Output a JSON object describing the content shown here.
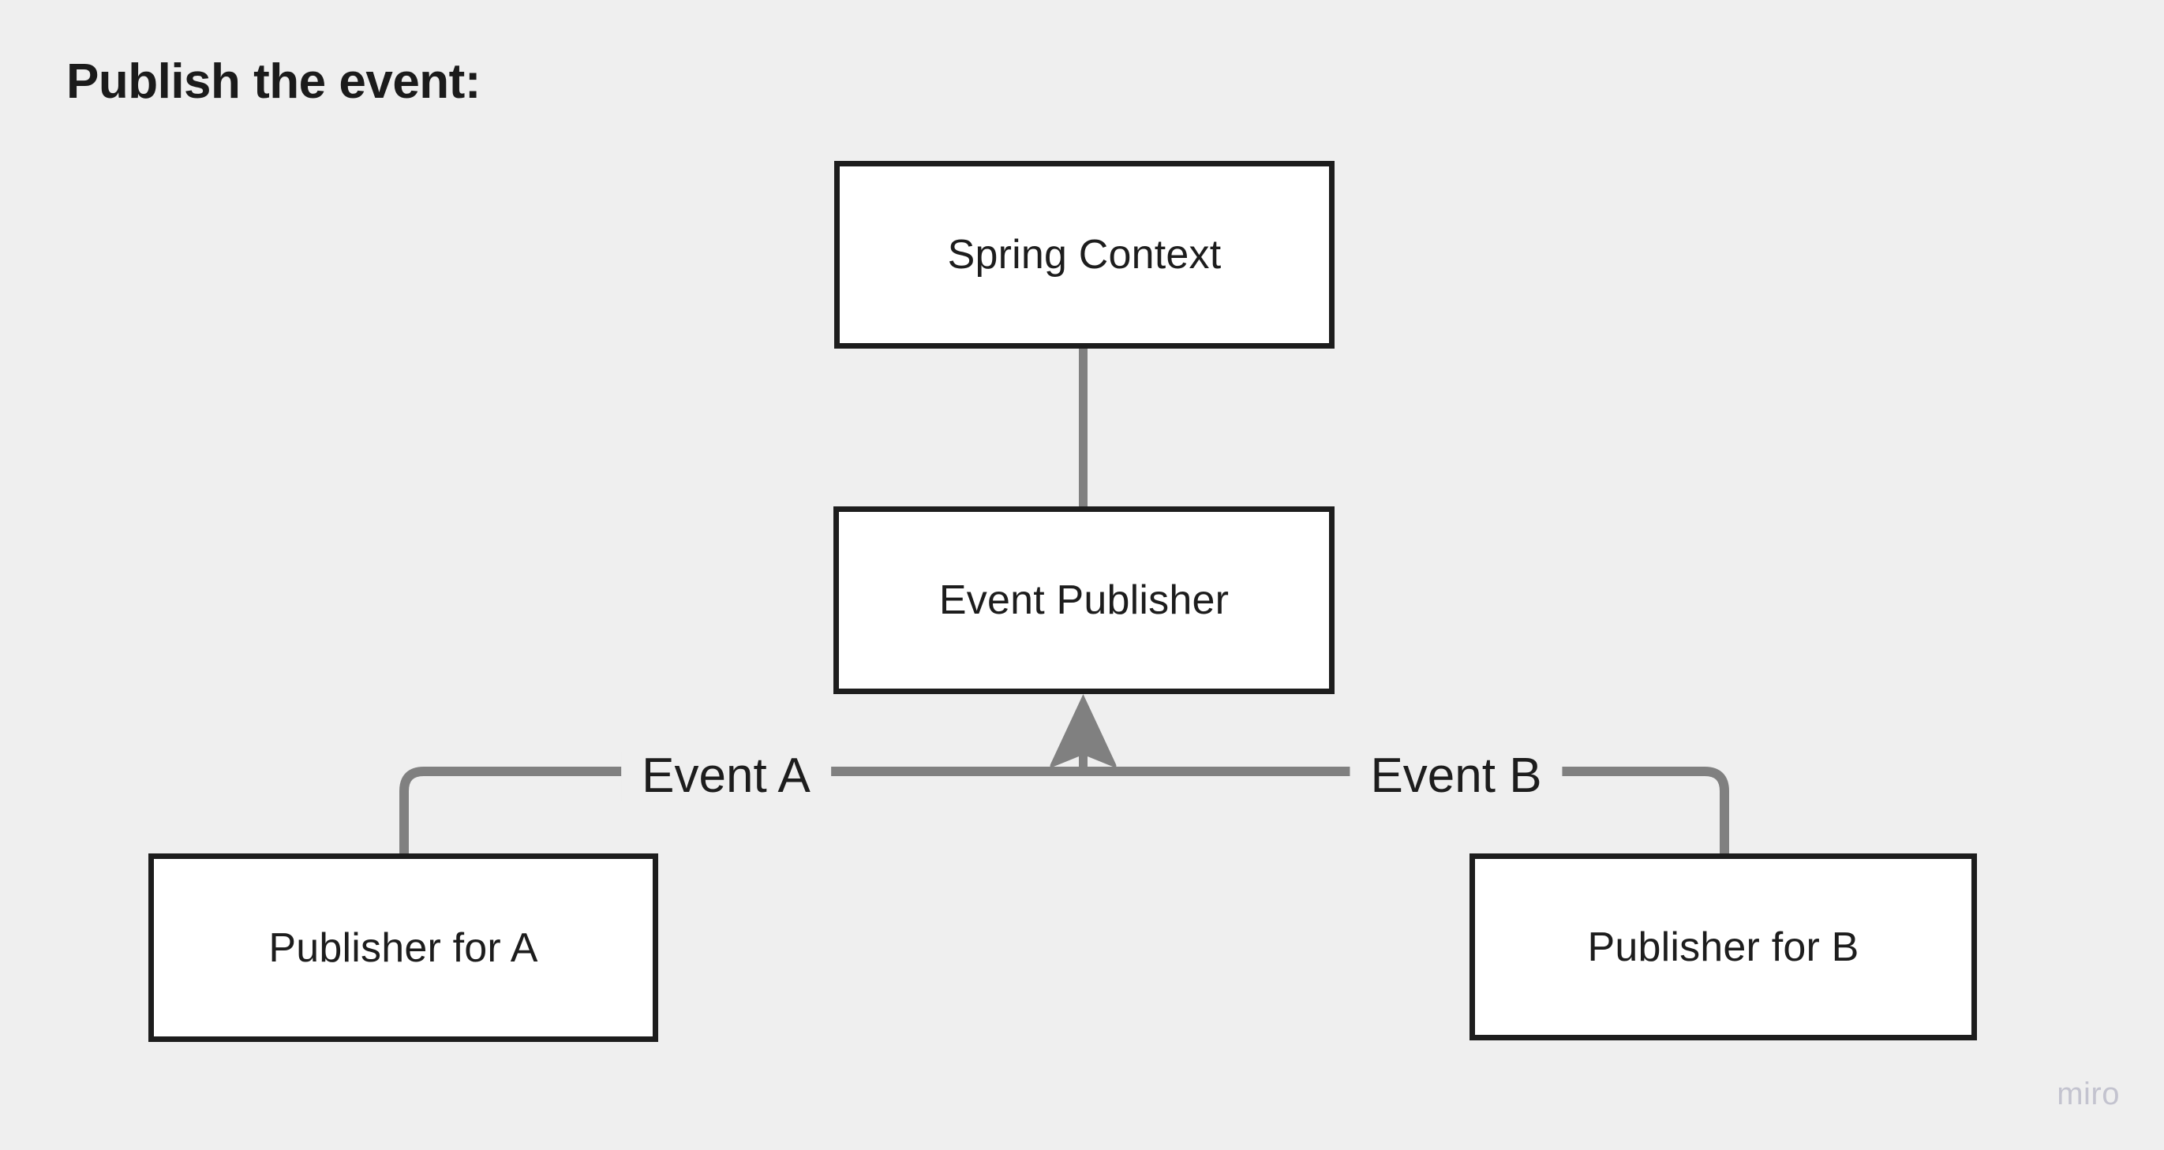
{
  "page": {
    "title": "Publish the event:",
    "background_color": "#efefef",
    "watermark": "miro"
  },
  "theme": {
    "box_fill": "#ffffff",
    "box_border": "#1d1d1d",
    "text_color": "#1d1d1d",
    "connector_color": "#808080",
    "watermark_color": "#c3c3cf"
  },
  "diagram": {
    "nodes": [
      {
        "id": "spring-context",
        "label": "Spring Context"
      },
      {
        "id": "event-publisher",
        "label": "Event Publisher"
      },
      {
        "id": "publisher-a",
        "label": "Publisher for A"
      },
      {
        "id": "publisher-b",
        "label": "Publisher for B"
      }
    ],
    "edges": [
      {
        "id": "edge-publisher-to-context",
        "from": "event-publisher",
        "to": "spring-context",
        "label": ""
      },
      {
        "id": "edge-a-to-publisher",
        "from": "publisher-a",
        "to": "event-publisher",
        "label": "Event A"
      },
      {
        "id": "edge-b-to-publisher",
        "from": "publisher-b",
        "to": "event-publisher",
        "label": "Event B"
      }
    ]
  }
}
